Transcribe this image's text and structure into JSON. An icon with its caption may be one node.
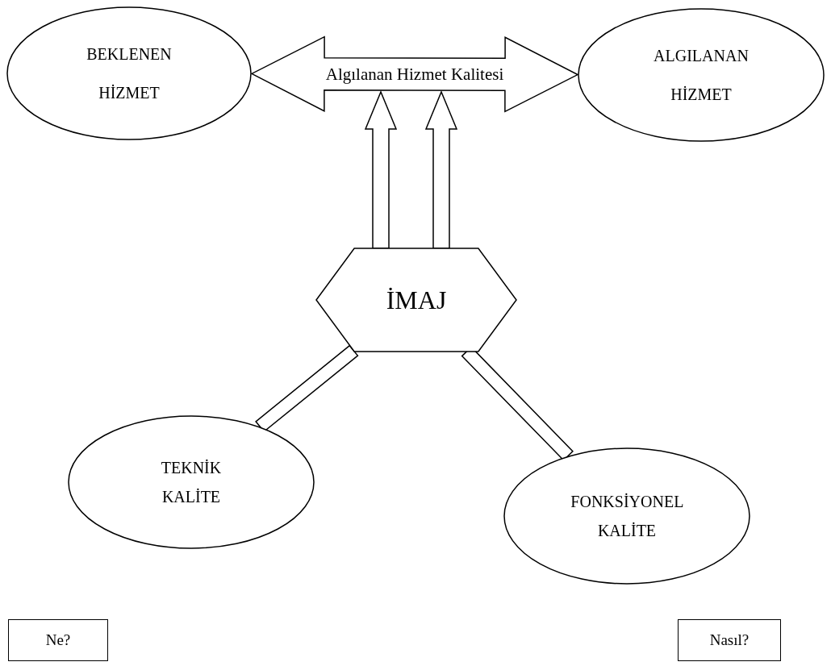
{
  "diagram": {
    "nodes": [
      {
        "text": [
          "BEKLENEN HİZMET"
        ]
      },
      {
        "text": [
          "ALGILANAN HİZMET"
        ]
      },
      {
        "text": [
          "İMAJ"
        ]
      },
      {
        "text": [
          "TEKNİK KALİTE"
        ]
      },
      {
        "text": [
          "FONKSİYONEL KALİTE"
        ]
      },
      {
        "text": [
          "Ne?"
        ]
      },
      {
        "text": [
          "Nasıl?"
        ]
      }
    ],
    "edges": [
      {
        "from": 0,
        "to": 1,
        "arrow": "both",
        "label": "Algılanan Hizmet Kalitesi",
        "style": "thick"
      },
      {
        "from": 2,
        "to": null,
        "arrow": "to",
        "style": "thick"
      },
      {
        "from": 2,
        "to": null,
        "arrow": "to",
        "style": "thick"
      },
      {
        "from": 2,
        "to": 3,
        "arrow": "none",
        "style": "thick"
      },
      {
        "from": 2,
        "to": 4,
        "arrow": "none",
        "style": "thick"
      }
    ]
  }
}
